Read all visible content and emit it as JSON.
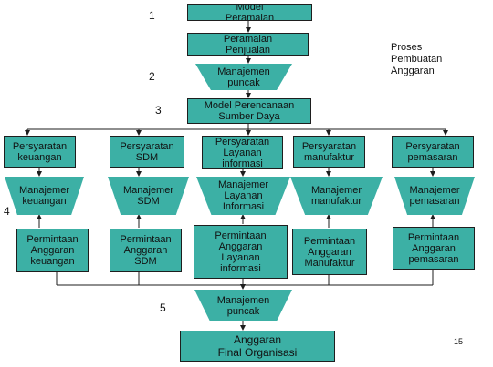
{
  "steps": [
    "1",
    "2",
    "3",
    "4",
    "5"
  ],
  "title_note": "Proses\nPembuatan\nAnggaran",
  "page_number": "15",
  "top": {
    "model_peramalan": "Model\nPeramalan",
    "peramalan_penjualan": "Peramalan\nPenjualan",
    "manajemen_puncak_top": "Manajemen\npuncak",
    "model_perencanaan": "Model Perencanaan\nSumber Daya"
  },
  "departments": [
    {
      "requirement": "Persyaratan\nkeuangan",
      "manager": "Manajemer\nkeuangan",
      "request": "Permintaan\nAnggaran\nkeuangan"
    },
    {
      "requirement": "Persyaratan\nSDM",
      "manager": "Manajemer\nSDM",
      "request": "Permintaan\nAnggaran\nSDM"
    },
    {
      "requirement": "Persyaratan\nLayanan\ninformasi",
      "manager": "Manajemer\nLayanan\nInformasi",
      "request": "Permintaan\nAnggaran\nLayanan\ninformasi"
    },
    {
      "requirement": "Persyaratan\nmanufaktur",
      "manager": "Manajemer\nmanufaktur",
      "request": "Permintaan\nAnggaran\nManufaktur"
    },
    {
      "requirement": "Persyaratan\npemasaran",
      "manager": "Manajemer\npemasaran",
      "request": "Permintaan\nAnggaran\npemasaran"
    }
  ],
  "bottom": {
    "manajemen_puncak_bottom": "Manajemen\npuncak",
    "anggaran_final": "Anggaran\nFinal Organisasi"
  },
  "colors": {
    "box_fill": "#3cb0a5",
    "line": "#1e1e1e"
  }
}
